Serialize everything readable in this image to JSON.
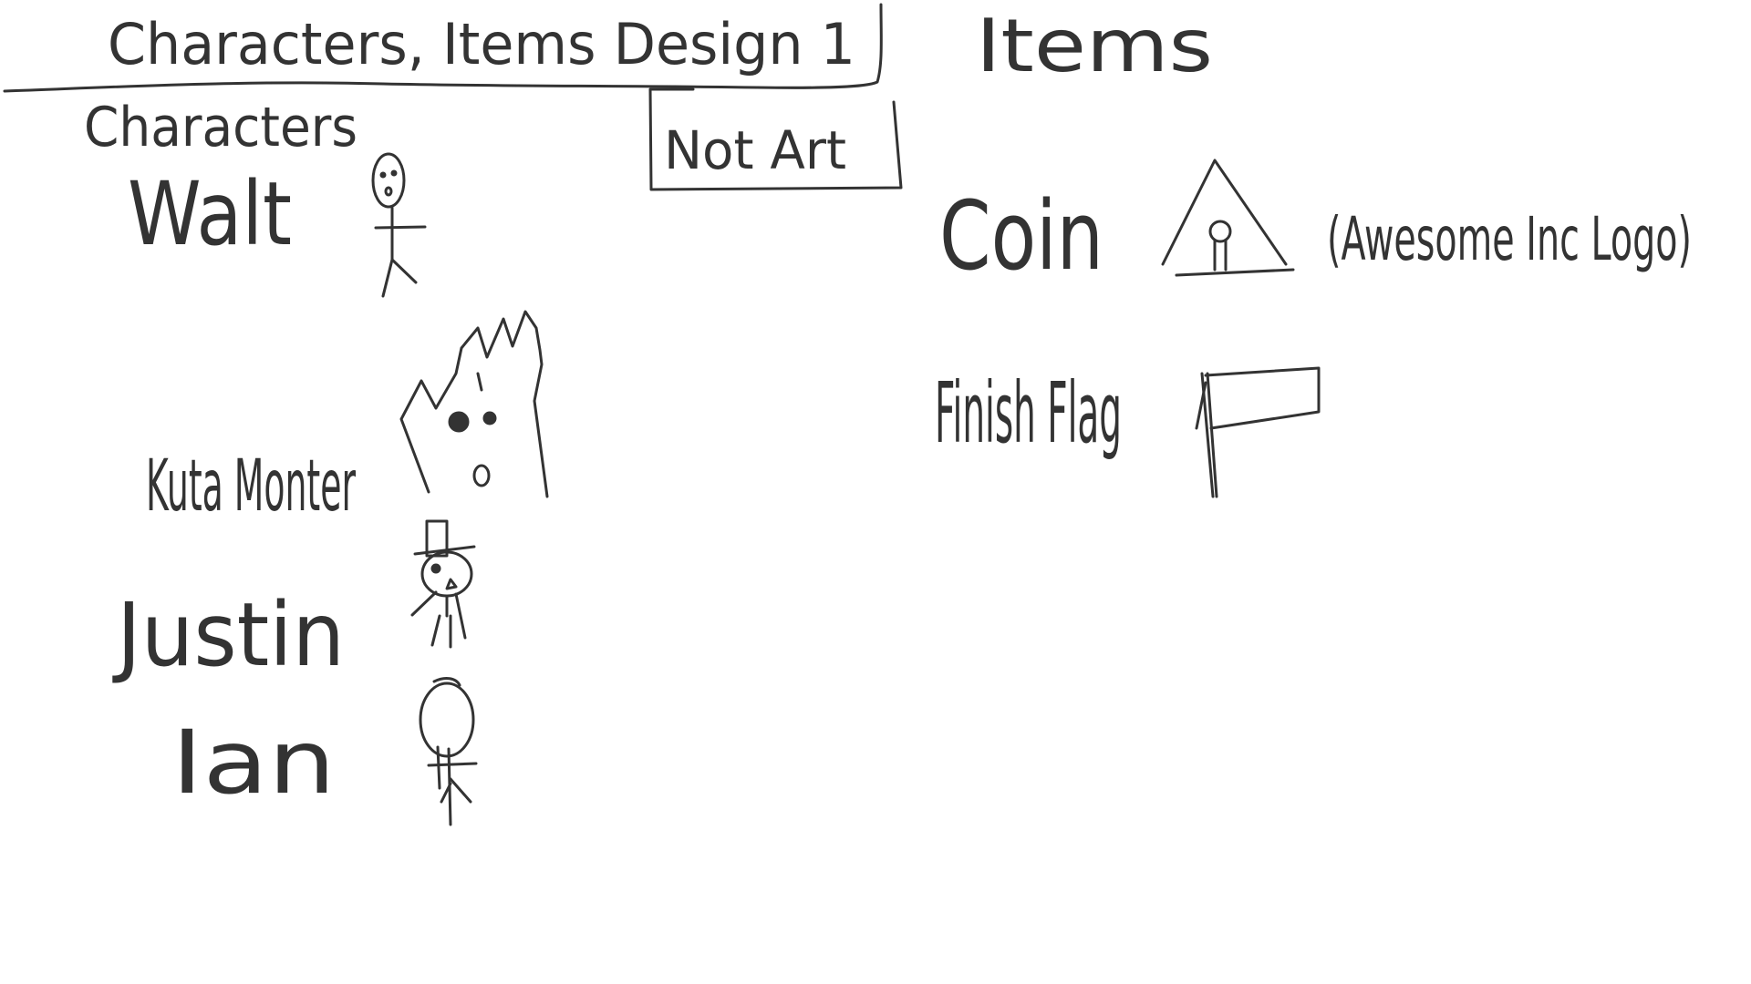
{
  "header": {
    "title": "Characters, Items Design 1",
    "note": "Not Art"
  },
  "characters": {
    "heading": "Characters",
    "entries": [
      {
        "name": "Walt",
        "sprite_icon": "stick-figure-icon"
      },
      {
        "name": "Kuta Monter",
        "sprite_icon": "spiky-monster-icon"
      },
      {
        "name": "Justin",
        "sprite_icon": "hat-figure-icon"
      },
      {
        "name": "Ian",
        "sprite_icon": "round-head-figure-icon"
      }
    ]
  },
  "items": {
    "heading": "Items",
    "entries": [
      {
        "name": "Coin",
        "note": "(Awesome Inc Logo)",
        "sprite_icon": "triangle-logo-icon"
      },
      {
        "name": "Finish Flag",
        "sprite_icon": "flag-icon"
      }
    ]
  },
  "colors": {
    "ink": "#333333",
    "background": "#ffffff"
  }
}
